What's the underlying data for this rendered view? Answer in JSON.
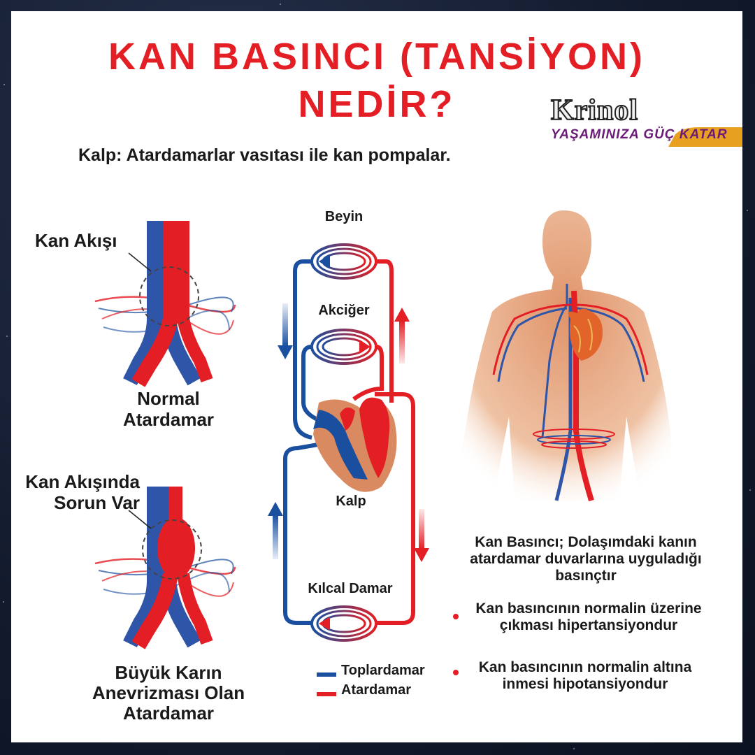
{
  "title": {
    "line1": "KAN BASINCI (TANSİYON)",
    "line2": "NEDİR?"
  },
  "logo": {
    "name": "Krinol",
    "tagline": "YAŞAMINIZA GÜÇ KATAR"
  },
  "intro": "Kalp: Atardamarlar vasıtası ile kan pompalar.",
  "left_panel": {
    "top_callout": "Kan Akışı",
    "top_caption": [
      "Normal",
      "Atardamar"
    ],
    "bottom_callout": [
      "Kan Akışında",
      "Sorun Var"
    ],
    "bottom_caption": [
      "Büyük Karın",
      "Anevrizması Olan",
      "Atardamar"
    ]
  },
  "circulation": {
    "brain": "Beyin",
    "lungs": "Akciğer",
    "heart": "Kalp",
    "capillary": "Kılcal Damar"
  },
  "legend": [
    {
      "label": "Toplardamar",
      "color": "#1a4fa0"
    },
    {
      "label": "Atardamar",
      "color": "#e31e24"
    }
  ],
  "definition": [
    "Kan Basıncı; Dolaşımdaki kanın",
    "atardamar duvarlarına uyguladığı",
    "basınçtır"
  ],
  "bullets": [
    [
      "Kan basıncının normalin üzerine",
      "çıkması hipertansiyondur"
    ],
    [
      "Kan basıncının normalin altına",
      "inmesi hipotansiyondur"
    ]
  ],
  "colors": {
    "title": "#e31e24",
    "vein": "#1a4fa0",
    "artery": "#e31e24",
    "skin": "#e8a882",
    "logo_banner": "#e8a020"
  }
}
